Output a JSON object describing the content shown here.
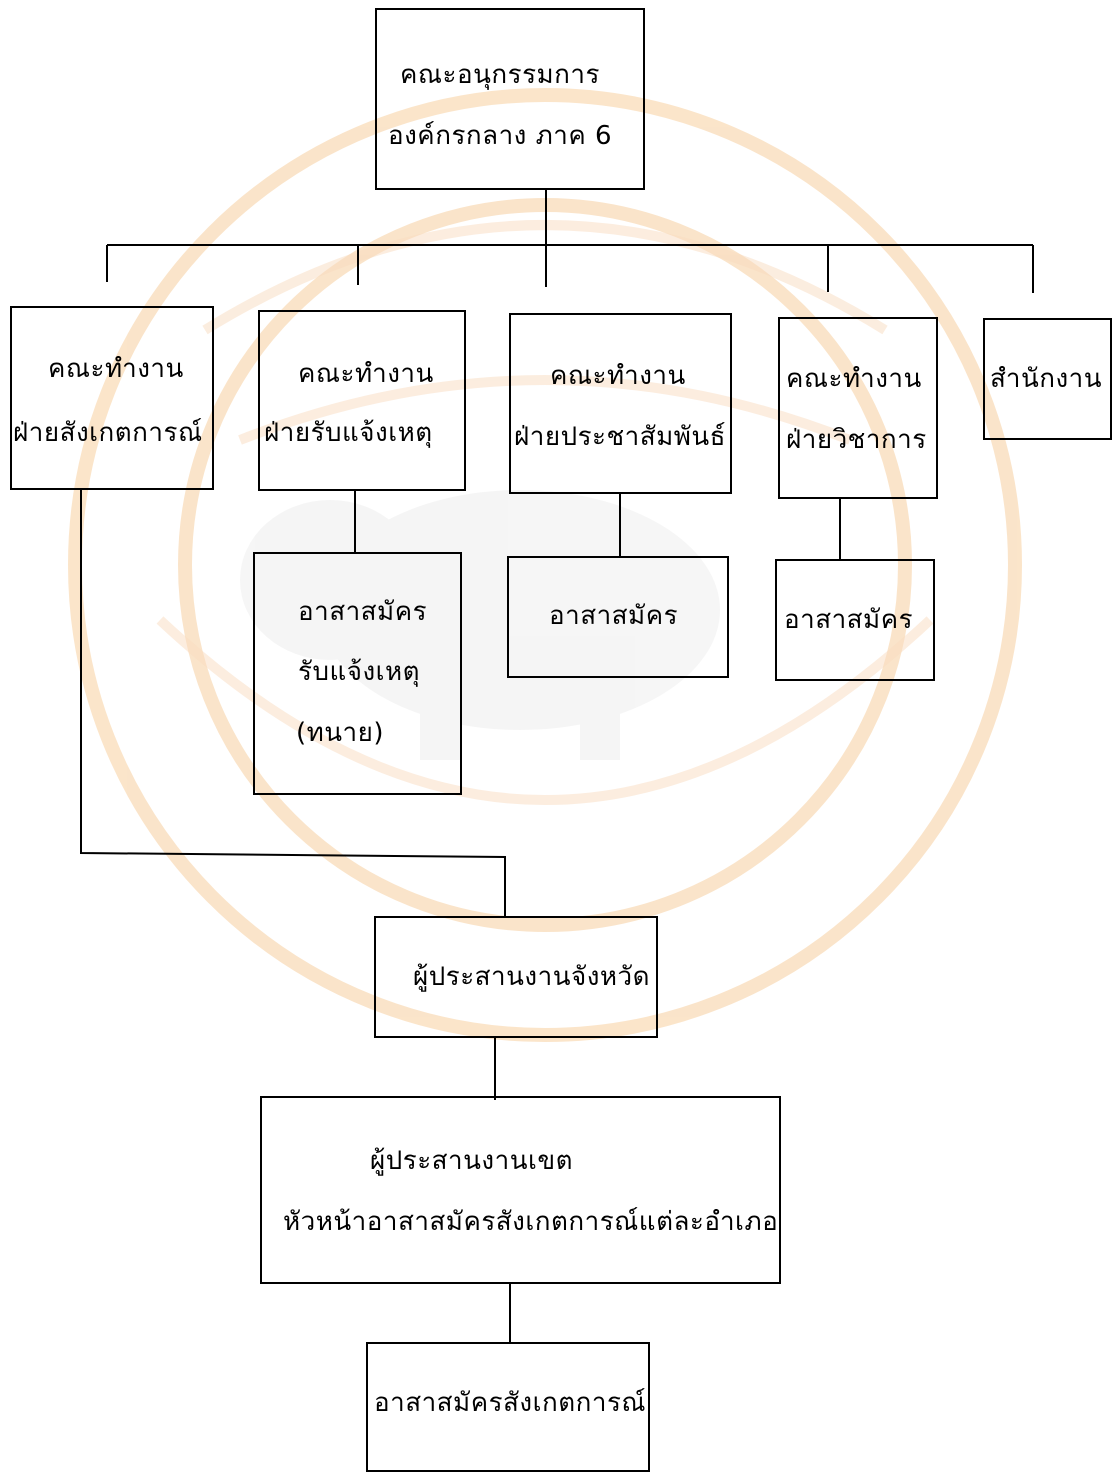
{
  "diagram": {
    "root": {
      "line1": "คณะอนุกรรมการ",
      "line2": "องค์กรกลาง ภาค 6"
    },
    "wg_observe": {
      "line1": "คณะทำงาน",
      "line2": "ฝ่ายสังเกตการณ์"
    },
    "wg_report": {
      "line1": "คณะทำงาน",
      "line2": "ฝ่ายรับแจ้งเหตุ"
    },
    "wg_pr": {
      "line1": "คณะทำงาน",
      "line2": "ฝ่ายประชาสัมพันธ์"
    },
    "wg_academic": {
      "line1": "คณะทำงาน",
      "line2": "ฝ่ายวิชาการ"
    },
    "office": {
      "line1": "สำนักงาน"
    },
    "vol_report": {
      "line1": "อาสาสมัคร",
      "line2": "รับแจ้งเหตุ",
      "line3": "(ทนาย)"
    },
    "vol_pr": {
      "line1": "อาสาสมัคร"
    },
    "vol_academic": {
      "line1": "อาสาสมัคร"
    },
    "provincial": {
      "line1": "ผู้ประสานงานจังหวัด"
    },
    "district": {
      "line1": "ผู้ประสานงานเขต",
      "line2": "หัวหน้าอาสาสมัครสังเกตการณ์แต่ละอำเภอ"
    },
    "observers": {
      "line1": "อาสาสมัครสังเกตการณ์"
    }
  },
  "colors": {
    "line": "#000000",
    "watermark": "#f6c79a"
  }
}
